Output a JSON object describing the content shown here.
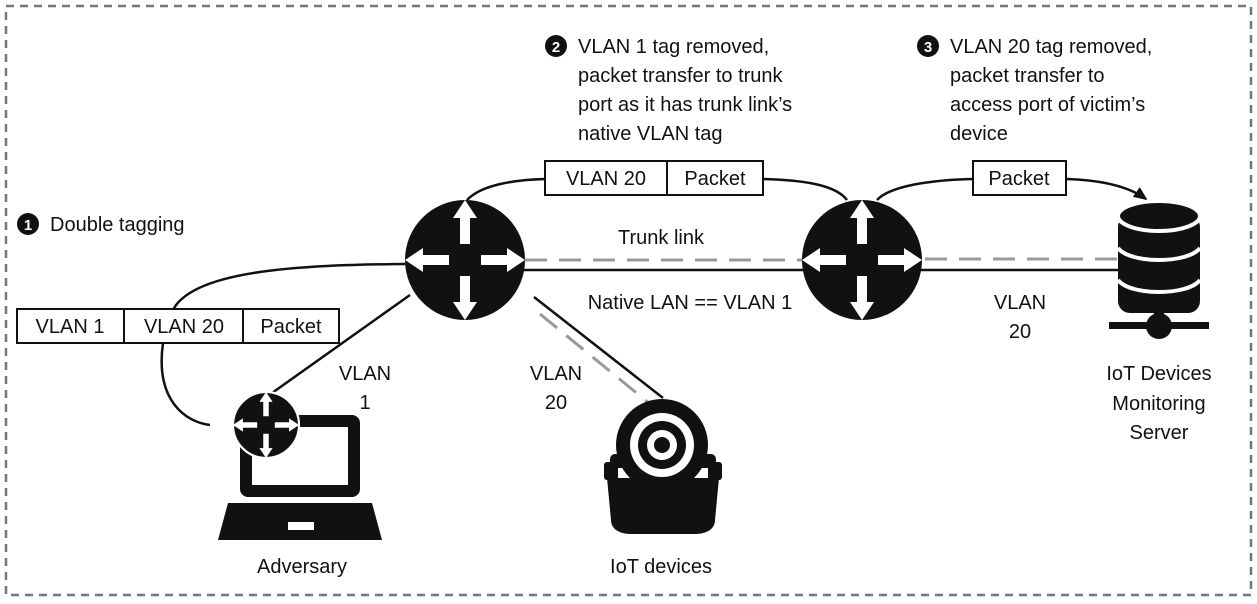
{
  "steps": [
    {
      "num": "1",
      "lines": [
        "Double tagging"
      ]
    },
    {
      "num": "2",
      "lines": [
        "VLAN 1 tag removed,",
        "packet transfer to trunk",
        "port as it has trunk link’s",
        "native VLAN tag"
      ]
    },
    {
      "num": "3",
      "lines": [
        "VLAN 20 tag removed,",
        "packet transfer to",
        "access port of victim’s",
        "device"
      ]
    }
  ],
  "frames": {
    "double_tagged": [
      "VLAN 1",
      "VLAN 20",
      "Packet"
    ],
    "after_first_switch": [
      "VLAN 20",
      "Packet"
    ],
    "after_second_switch": [
      "Packet"
    ]
  },
  "links": {
    "trunk": "Trunk link",
    "native": "Native LAN == VLAN 1",
    "adversary_vlan": [
      "VLAN",
      "1"
    ],
    "iot_vlan": [
      "VLAN",
      "20"
    ],
    "server_vlan": [
      "VLAN",
      "20"
    ]
  },
  "devices": {
    "adversary": "Adversary",
    "iot": "IoT devices",
    "server": [
      "IoT Devices",
      "Monitoring",
      "Server"
    ]
  },
  "icons": {
    "switch": "switch-icon",
    "laptop": "laptop-icon",
    "camera": "security-camera-icon",
    "server": "database-server-icon",
    "step_marker": "numbered-circle-icon"
  },
  "colors": {
    "ink": "#111111",
    "dashed": "#9a9a9a",
    "border": "#777777",
    "background": "#ffffff"
  }
}
